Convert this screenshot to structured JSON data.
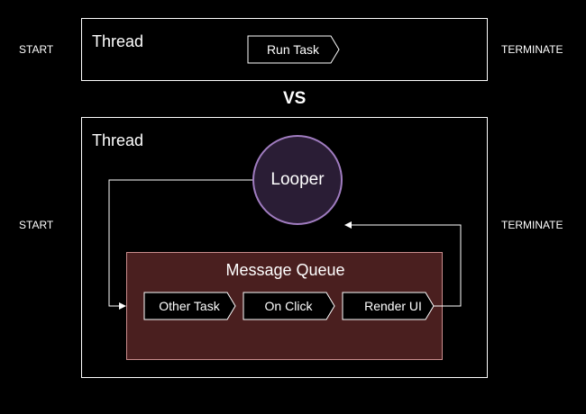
{
  "colors": {
    "background": "#000000",
    "stroke": "#ffffff",
    "looper_fill": "#2a1d35",
    "looper_stroke": "#a07cc0",
    "queue_fill": "#4a1f1f",
    "queue_stroke": "#c98c8c"
  },
  "top": {
    "start_label": "START",
    "terminate_label": "TERMINATE",
    "thread_title": "Thread",
    "task": "Run Task"
  },
  "separator": "VS",
  "bottom": {
    "start_label": "START",
    "terminate_label": "TERMINATE",
    "thread_title": "Thread",
    "looper": "Looper",
    "queue_title": "Message Queue",
    "tasks": [
      "Other Task",
      "On Click",
      "Render UI"
    ]
  }
}
